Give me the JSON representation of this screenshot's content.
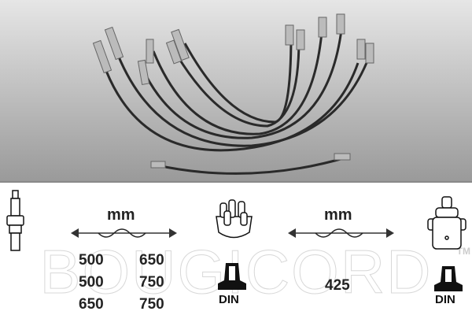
{
  "product": {
    "brand_watermark": "BOUGICORD",
    "trademark": "TM",
    "left_block": {
      "unit": "mm",
      "lengths": [
        [
          "500",
          "650"
        ],
        [
          "500",
          "750"
        ],
        [
          "650",
          "750"
        ]
      ],
      "connector_label": "DIN"
    },
    "right_block": {
      "unit": "mm",
      "lengths": [
        "425"
      ],
      "connector_label": "DIN"
    }
  }
}
